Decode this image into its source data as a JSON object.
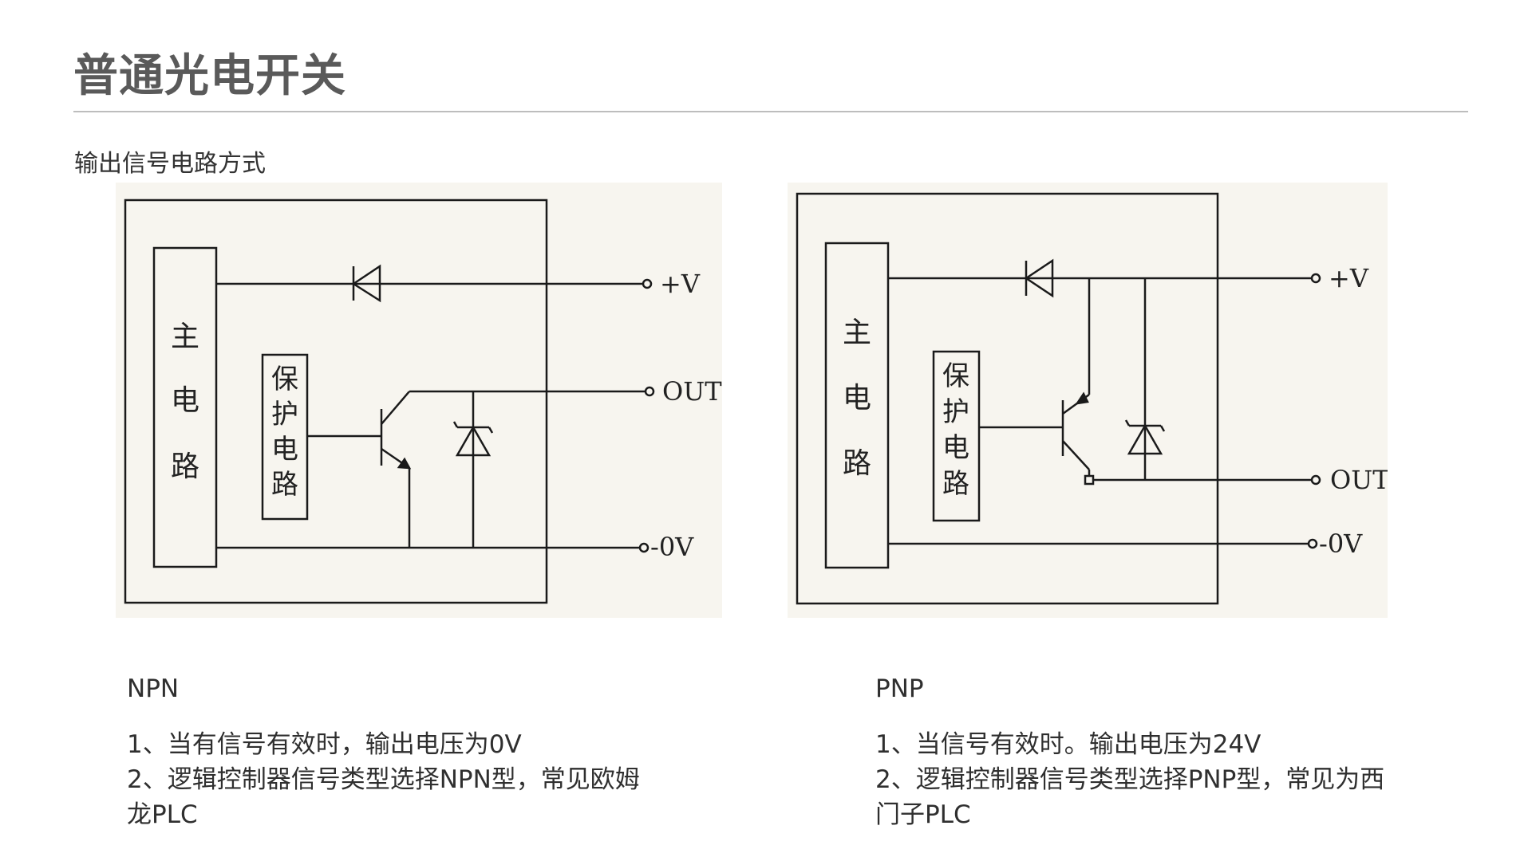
{
  "header": {
    "title": "普通光电开关",
    "subtitle": "输出信号电路方式"
  },
  "npn": {
    "main_circuit_label": "主电路",
    "main_circuit_chars": [
      "主",
      "电",
      "路"
    ],
    "protection_chars": [
      "保",
      "护",
      "电",
      "路"
    ],
    "terminal_plus_v": "+V",
    "terminal_out": "OUT",
    "terminal_0v": "-0V",
    "caption_head": "NPN",
    "caption_line1": "1、当有信号有效时，输出电压为0V",
    "caption_line2": "2、逻辑控制器信号类型选择NPN型，常见欧姆",
    "caption_line3": "龙PLC"
  },
  "pnp": {
    "main_circuit_chars": [
      "主",
      "电",
      "路"
    ],
    "protection_chars": [
      "保",
      "护",
      "电",
      "路"
    ],
    "terminal_plus_v": "+V",
    "terminal_out": "OUT",
    "terminal_0v": "-0V",
    "caption_head": "PNP",
    "caption_line1": "1、当信号有效时。输出电压为24V",
    "caption_line2": "2、逻辑控制器信号类型选择PNP型，常见为西",
    "caption_line3": "门子PLC"
  }
}
